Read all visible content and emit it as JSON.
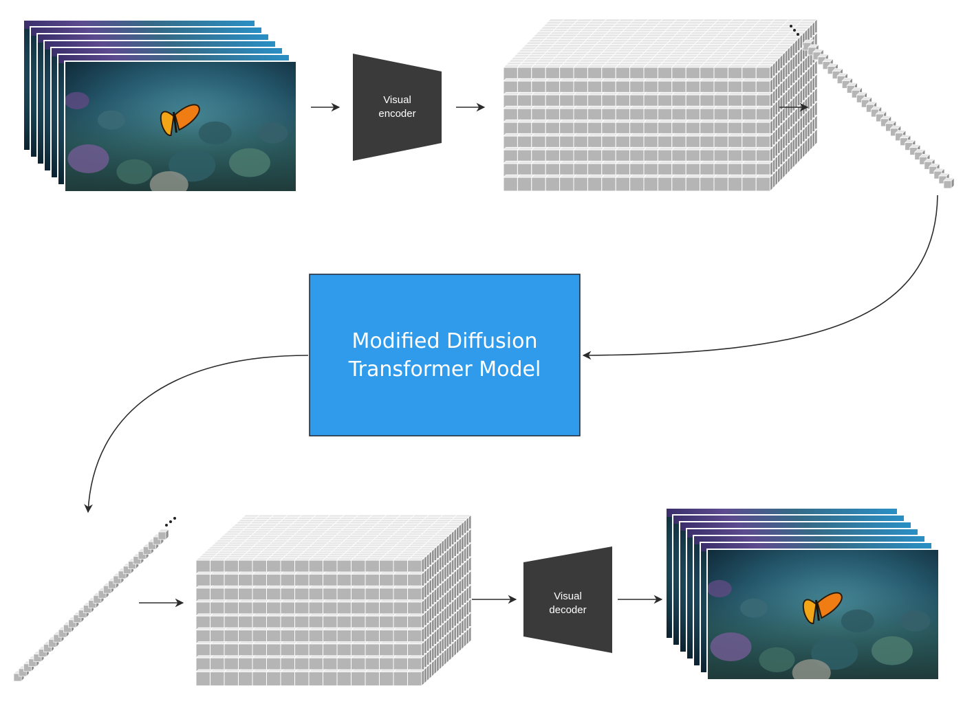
{
  "diagram": {
    "encoder": {
      "line1": "Visual",
      "line2": "encoder"
    },
    "decoder": {
      "line1": "Visual",
      "line2": "decoder"
    },
    "model": {
      "line1": "Modified Diffusion",
      "line2": "Transformer Model"
    },
    "ellipsis": "..."
  },
  "colors": {
    "model_fill": "#2f9bea",
    "model_border": "#1b2433",
    "block_dark": "#3a3a3a",
    "cube_top": "#e6e6e6",
    "cube_front": "#b5b5b5",
    "cube_side": "#8f8f8f",
    "arrow": "#2b2b2b"
  },
  "icons": [
    "video-frames-icon",
    "latent-cube-icon",
    "token-sequence-icon",
    "arrow-icon"
  ]
}
